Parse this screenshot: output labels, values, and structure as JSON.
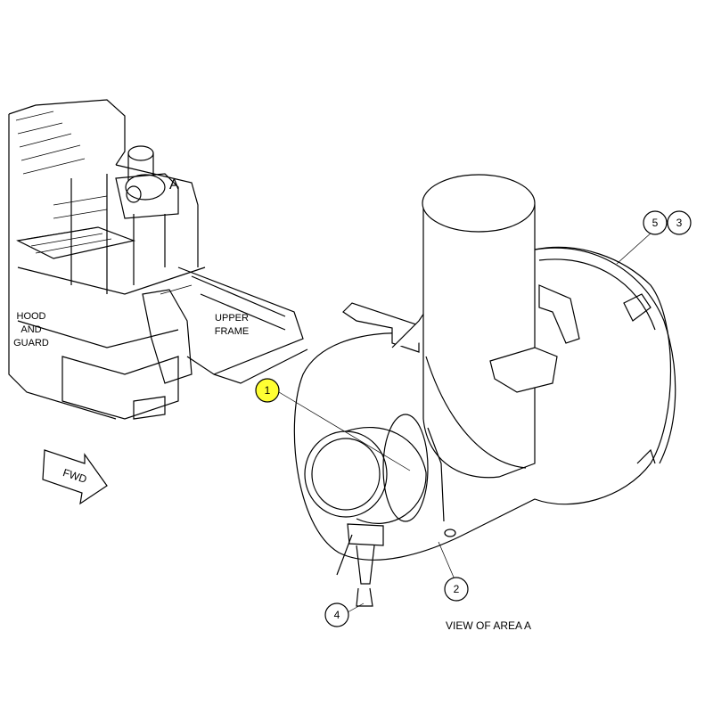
{
  "labels": {
    "hood_guard_line1": "HOOD",
    "hood_guard_line2": "AND",
    "hood_guard_line3": "GUARD",
    "upper_frame_line1": "UPPER",
    "upper_frame_line2": "FRAME",
    "area_marker": "A",
    "fwd_arrow": "FWD",
    "view_caption": "VIEW OF AREA A"
  },
  "callouts": [
    {
      "number": "1",
      "highlighted": true
    },
    {
      "number": "2",
      "highlighted": false
    },
    {
      "number": "4",
      "highlighted": false
    },
    {
      "number": "5",
      "highlighted": false
    },
    {
      "number": "3",
      "highlighted": false
    }
  ],
  "colors": {
    "line": "#000000",
    "background": "#ffffff",
    "highlight": "#ffff33"
  }
}
